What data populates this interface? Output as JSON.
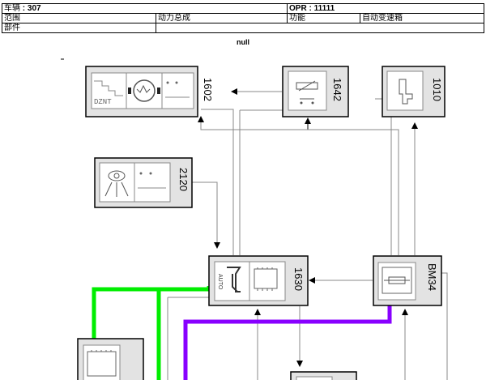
{
  "header": {
    "vehicle_label": "车辆",
    "vehicle_value": "307",
    "opr_label": "OPR",
    "opr_value": "11111",
    "range_label": "范围",
    "range_value": "动力总成",
    "function_label": "功能",
    "function_value": "自动变速箱",
    "part_label": "部件",
    "part_value": ""
  },
  "diagram": {
    "null_text": "null",
    "modules": [
      {
        "id": "1602",
        "label": "1602"
      },
      {
        "id": "1642",
        "label": "1642"
      },
      {
        "id": "1010",
        "label": "1010"
      },
      {
        "id": "2120",
        "label": "2120"
      },
      {
        "id": "1630",
        "label": "1630"
      },
      {
        "id": "BM34",
        "label": "BM34"
      }
    ],
    "auto_text": "AUTO",
    "wire_colors": {
      "green": "#00ee00",
      "purple": "#8800ff",
      "gray": "#888888"
    }
  }
}
